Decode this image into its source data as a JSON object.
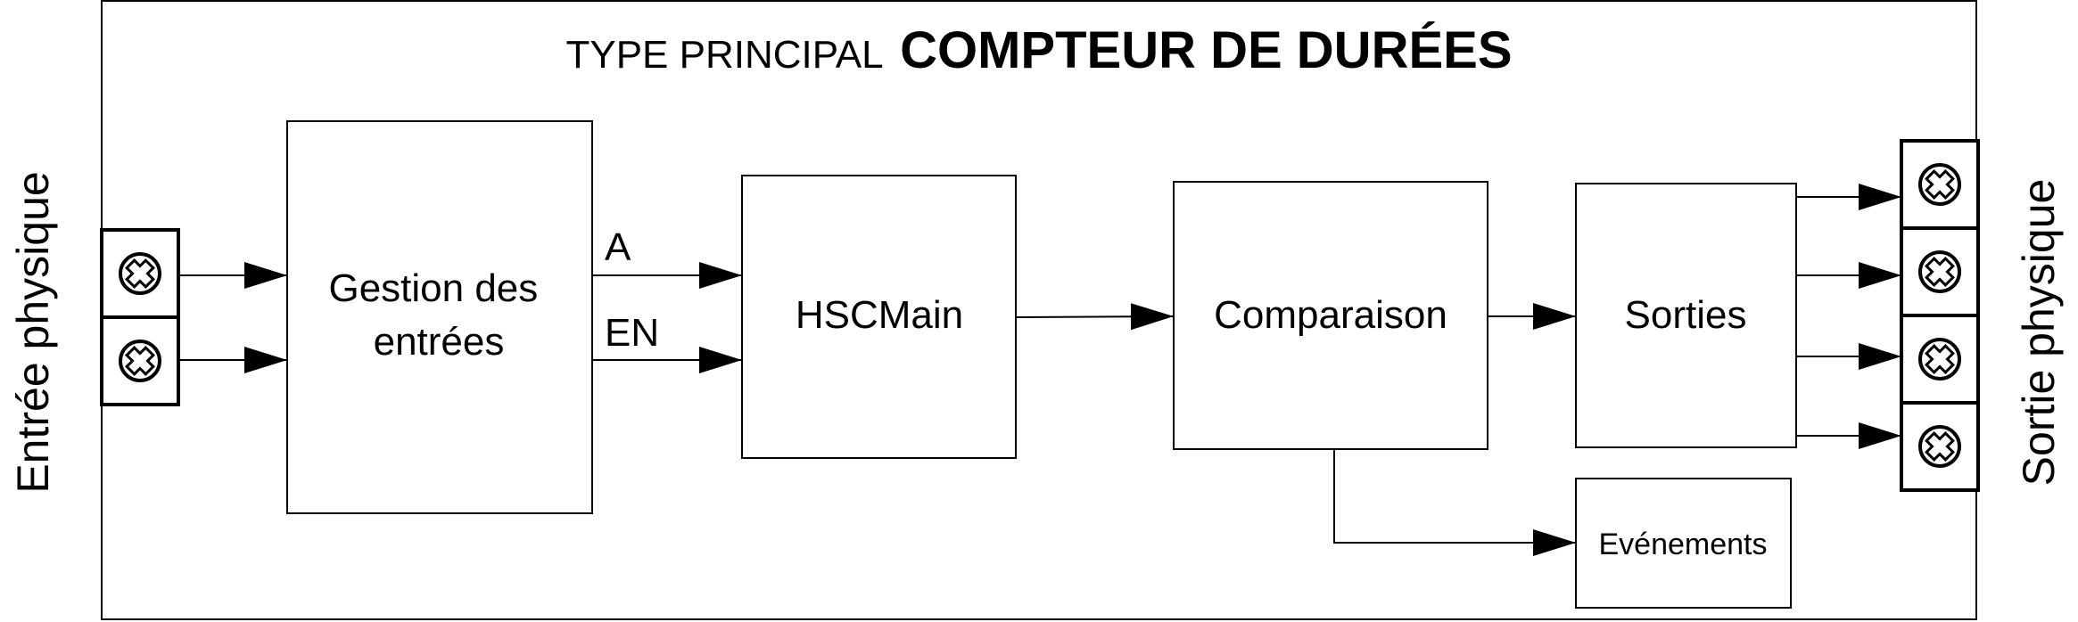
{
  "title": {
    "prefix": "TYPE PRINCIPAL",
    "main": "COMPTEUR DE DURÉES"
  },
  "side_labels": {
    "input": "Entrée physique",
    "output": "Sortie physique"
  },
  "blocks": {
    "gestion_line1": "Gestion des",
    "gestion_line2": "entrées",
    "hscmain": "HSCMain",
    "comparaison": "Comparaison",
    "sorties": "Sorties",
    "evenements": "Evénements"
  },
  "signals": {
    "a": "A",
    "en": "EN"
  },
  "terminals": {
    "input_count": 2,
    "output_count": 4,
    "icon": "screw-terminal-icon"
  }
}
